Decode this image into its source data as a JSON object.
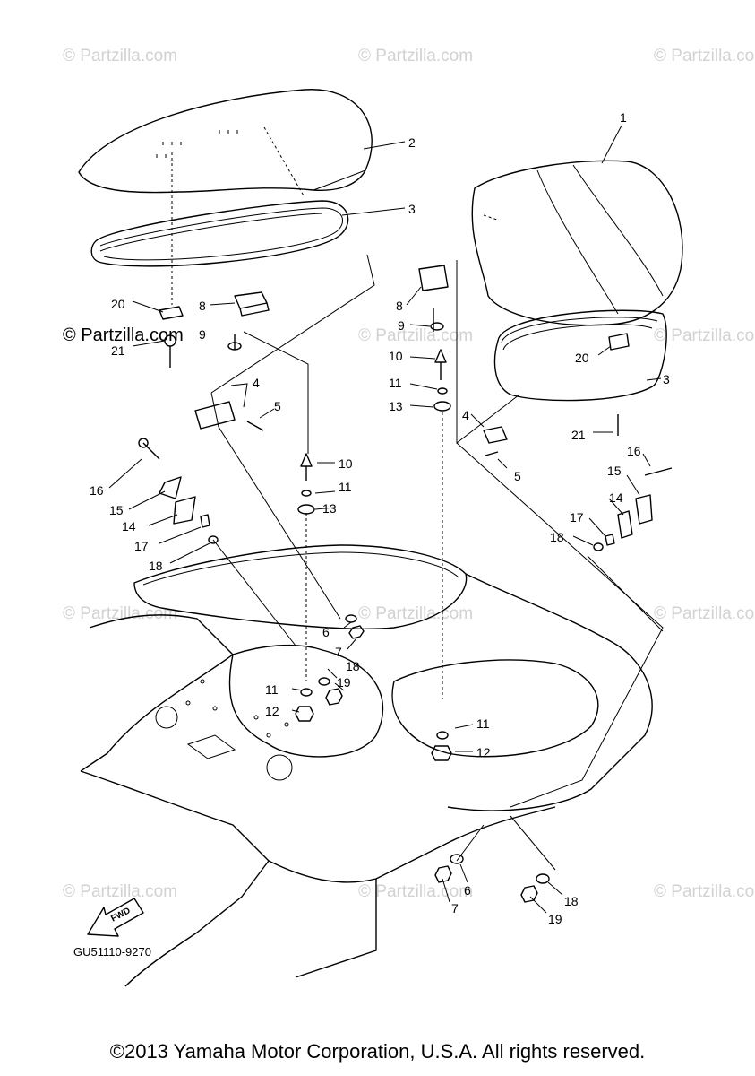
{
  "watermark": "© Partzilla.com",
  "watermark_strong": "© Partzilla.com",
  "figure_code": "GU51110-9270",
  "fwd_label": "FWD",
  "copyright": "©2013 Yamaha Motor Corporation, U.S.A. All rights reserved.",
  "callouts": [
    "1",
    "2",
    "3",
    "3",
    "4",
    "4",
    "5",
    "5",
    "6",
    "6",
    "7",
    "7",
    "8",
    "8",
    "9",
    "9",
    "10",
    "10",
    "11",
    "11",
    "11",
    "11",
    "12",
    "12",
    "13",
    "13",
    "14",
    "14",
    "15",
    "15",
    "16",
    "16",
    "17",
    "17",
    "18",
    "18",
    "18",
    "18",
    "19",
    "19",
    "20",
    "20",
    "21",
    "21"
  ]
}
